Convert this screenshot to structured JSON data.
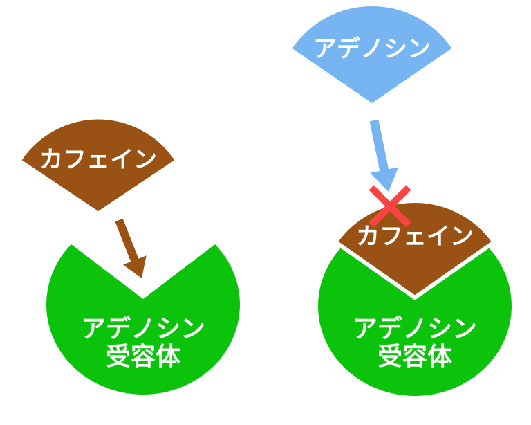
{
  "colors": {
    "brown": "#9A5214",
    "green": "#0BC30B",
    "blue": "#77B5F2",
    "red": "#FA4343",
    "white": "#FFFFFF"
  },
  "icons": {
    "binding_arrow": "down-right-arrow",
    "blocked_arrow": "down-arrow",
    "blocked_mark": "x-cross"
  },
  "left_panel": {
    "ligand_label": "カフェイン",
    "receptor_label_line1": "アデノシン",
    "receptor_label_line2": "受容体"
  },
  "right_panel": {
    "ligand_label": "アデノシン",
    "blocker_label": "カフェイン",
    "receptor_label_line1": "アデノシン",
    "receptor_label_line2": "受容体"
  }
}
